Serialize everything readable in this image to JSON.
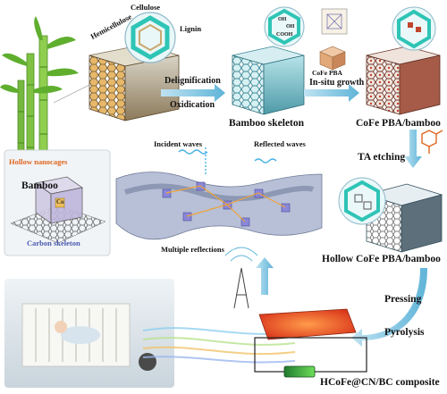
{
  "labels": {
    "bamboo": "Bamboo",
    "hemicellulose": "Hemicellulose",
    "cellulose": "Cellulose",
    "lignin": "Lignin",
    "delignification": "Delignification",
    "oxidication": "Oxidication",
    "bamboo_skeleton": "Bamboo skeleton",
    "cofe_pba_box": "CoFe PBA",
    "in_situ_growth": "In-situ growth",
    "cofe_pba_bamboo": "CoFe PBA/bamboo",
    "ta_etching": "TA etching",
    "hollow_cofe_pba_bamboo": "Hollow CoFe PBA/bamboo",
    "incident_waves": "Incident waves",
    "reflected_waves": "Reflected waves",
    "multiple_reflections": "Multiple reflections",
    "hollow_nanocages": "Hollow nanocages",
    "carbon_skeleton": "Carbon skeleton",
    "pressing": "Pressing",
    "pyrolysis": "Pyrolysis",
    "composite": "HCoFe@CN/BC composite",
    "oh1": "OH",
    "oh2": "OH",
    "cooh": "COOH",
    "co": "Co"
  },
  "colors": {
    "accent_orange": "#e0661f",
    "accent_purple": "#4b5ab0",
    "arrow_blue": "#5fb4d8",
    "cellulose_teal": "#2ec4b6",
    "bamboo_green": "#6cbf3a"
  }
}
